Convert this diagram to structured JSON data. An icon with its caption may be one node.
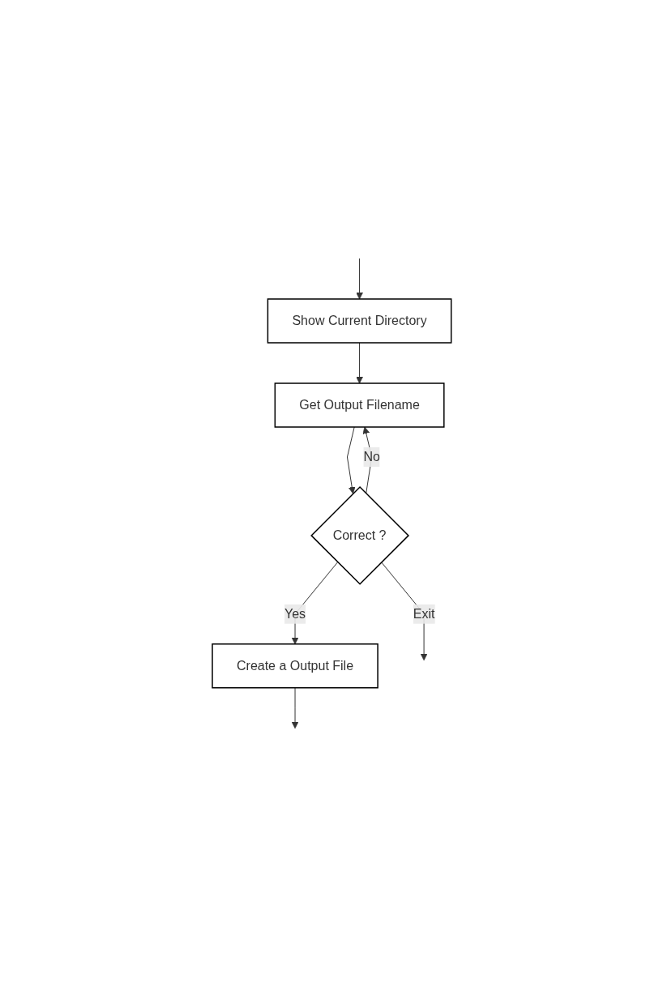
{
  "diagram": {
    "nodes": [
      {
        "text": [
          "Show Current Directory"
        ]
      },
      {
        "text": [
          "Get Output Filename"
        ]
      },
      {
        "text": [
          "Correct ?"
        ]
      },
      {
        "text": [
          "Create a Output File"
        ]
      }
    ],
    "edges": [
      {
        "from": null,
        "to": 0,
        "arrow": "to"
      },
      {
        "from": 0,
        "to": 1,
        "arrow": "to"
      },
      {
        "from": 1,
        "to": 2,
        "arrow": "to"
      },
      {
        "from": 2,
        "to": 1,
        "label": "No",
        "arrow": "to"
      },
      {
        "from": 2,
        "to": 3,
        "label": "Yes",
        "arrow": "to"
      },
      {
        "from": 3,
        "to": null,
        "arrow": "to"
      },
      {
        "from": 2,
        "to": null,
        "label": "Exit",
        "arrow": "to"
      }
    ]
  }
}
